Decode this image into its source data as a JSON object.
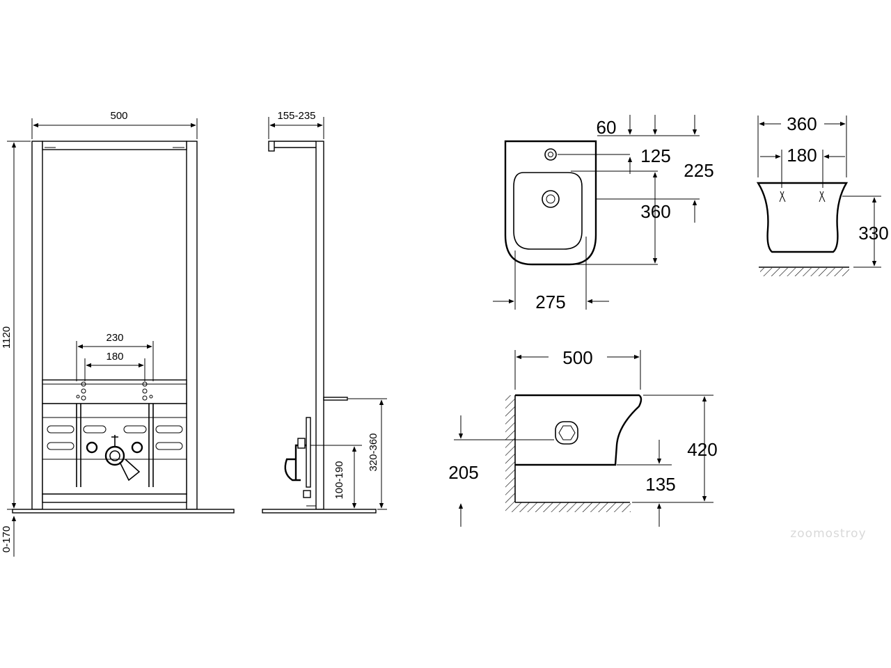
{
  "frame_front": {
    "width": "500",
    "height": "1120",
    "outer_spacing": "230",
    "inner_spacing": "180",
    "floor_adjust": "0-170"
  },
  "frame_side": {
    "depth": "155-235",
    "upper_height": "320-360",
    "lower_height": "100-190"
  },
  "bidet_top": {
    "d60": "60",
    "d125": "125",
    "d225": "225",
    "d360": "360",
    "d275": "275"
  },
  "bidet_front": {
    "width": "360",
    "hole_spacing": "180",
    "height": "330"
  },
  "bidet_side": {
    "length": "500",
    "height": "420",
    "outlet_height": "205",
    "rim_offset": "135"
  },
  "watermark": "zoomostroy"
}
